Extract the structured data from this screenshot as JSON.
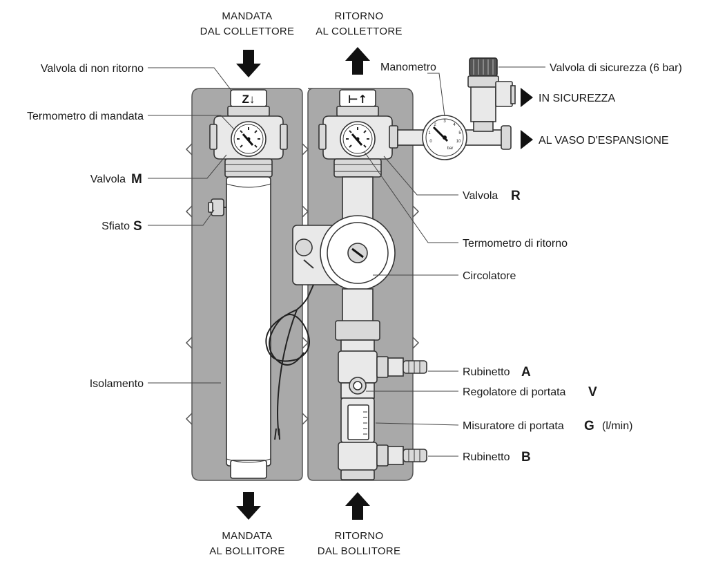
{
  "top": {
    "mandata": [
      "MANDATA",
      "DAL COLLETTORE"
    ],
    "ritorno": [
      "RITORNO",
      "AL COLLETTORE"
    ]
  },
  "bottom": {
    "mandata": [
      "MANDATA",
      "AL BOLLITORE"
    ],
    "ritorno": [
      "RITORNO",
      "DAL BOLLITORE"
    ]
  },
  "left_labels": {
    "non_ritorno": "Valvola di non ritorno",
    "termometro_mandata": "Termometro di mandata",
    "valvola": "Valvola",
    "valvola_code": "M",
    "sfiato": "Sfiato",
    "sfiato_code": "S",
    "isolamento": "Isolamento"
  },
  "right_labels": {
    "manometro": "Manometro",
    "sicurezza_valve": "Valvola di sicurezza (6 bar)",
    "in_sicurezza": "IN SICUREZZA",
    "vaso": "AL VASO D'ESPANSIONE",
    "valvola": "Valvola",
    "valvola_code": "R",
    "termometro_ritorno": "Termometro di ritorno",
    "circolatore": "Circolatore",
    "rubinetto_a": "Rubinetto",
    "rubinetto_a_code": "A",
    "regolatore": "Regolatore di portata",
    "regolatore_code": "V",
    "misuratore": "Misuratore di portata",
    "misuratore_code": "G",
    "misuratore_unit": "(l/min)",
    "rubinetto_b": "Rubinetto",
    "rubinetto_b_code": "B"
  },
  "symbols": {
    "left_flange": "Z↓",
    "right_flange": "⊢↑",
    "gauge_unit": "bar"
  }
}
